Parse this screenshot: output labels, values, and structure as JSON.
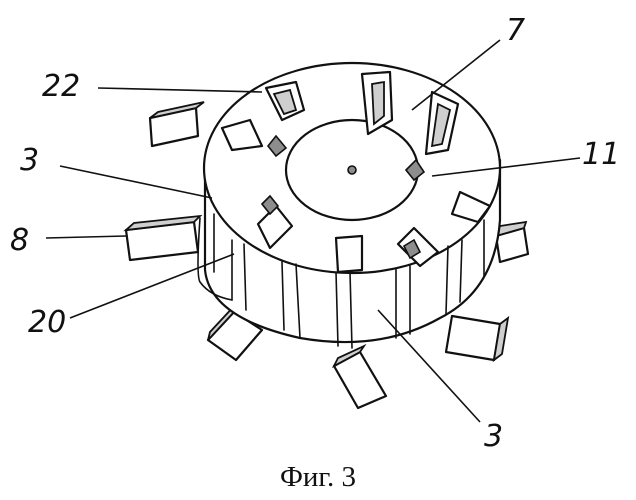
{
  "figure": {
    "caption": "Фиг. 3",
    "labels": {
      "ref_7": "7",
      "ref_22": "22",
      "ref_3_top": "3",
      "ref_11": "11",
      "ref_8": "8",
      "ref_20": "20",
      "ref_3_bottom": "3"
    }
  }
}
